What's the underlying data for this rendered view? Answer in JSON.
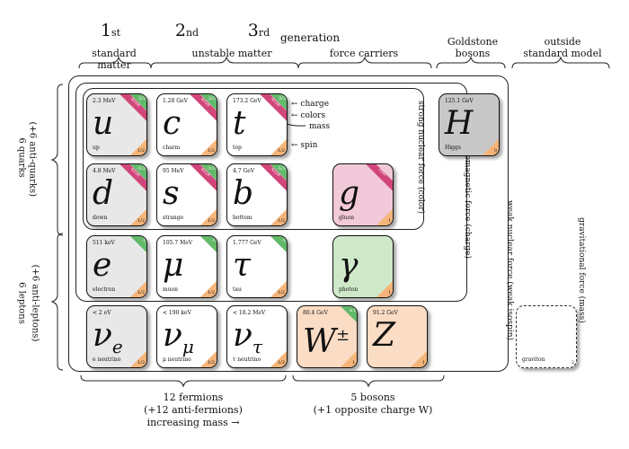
{
  "header": {
    "gen1": "1",
    "gen1_sub": "st",
    "gen2": "2",
    "gen2_sub": "nd",
    "gen3": "3",
    "gen3_sub": "rd",
    "generation": "generation",
    "goldstone": "Goldstone",
    "bosons": "bosons",
    "outside": "outside",
    "standard_model": "standard model",
    "standard_matter": "standard matter",
    "unstable_matter": "unstable matter",
    "force_carriers": "force carriers"
  },
  "left": {
    "quarks_line1": "6 quarks",
    "quarks_line2": "(+6 anti-quarks)",
    "leptons_line1": "6 leptons",
    "leptons_line2": "(+6 anti-leptons)"
  },
  "forces": {
    "strong": "strong nuclear force (color)",
    "em": "electromagnetic force (charge)",
    "weak": "weak nuclear force (weak isospin)",
    "grav": "gravitational force (mass)"
  },
  "legend": {
    "charge": "charge",
    "colors": "colors",
    "mass": "mass",
    "spin": "spin",
    "arrow": "←"
  },
  "bottom": {
    "fermions_1": "12 fermions",
    "fermions_2": "(+12 anti-fermions)",
    "fermions_3": "increasing mass →",
    "bosons_1": "5 bosons",
    "bosons_2": "(+1 opposite charge W)"
  },
  "particles": {
    "u": {
      "mass": "2.3 MeV",
      "sym": "u",
      "name": "up",
      "spin": "1/2",
      "charge": "2/3",
      "color": "R/G/B"
    },
    "c": {
      "mass": "1.28 GeV",
      "sym": "c",
      "name": "charm",
      "spin": "1/2",
      "charge": "2/3",
      "color": "R/G/B"
    },
    "t": {
      "mass": "173.2 GeV",
      "sym": "t",
      "name": "top",
      "spin": "1/2",
      "charge": "2/3",
      "color": "R/G/B"
    },
    "d": {
      "mass": "4.8 MeV",
      "sym": "d",
      "name": "down",
      "spin": "1/2",
      "charge": "-1/3",
      "color": "R/G/B"
    },
    "s": {
      "mass": "95 MeV",
      "sym": "s",
      "name": "strange",
      "spin": "1/2",
      "charge": "-1/3",
      "color": "R/G/B"
    },
    "b": {
      "mass": "4.7 GeV",
      "sym": "b",
      "name": "bottom",
      "spin": "1/2",
      "charge": "-1/3",
      "color": "R/G/B"
    },
    "g": {
      "mass": "",
      "sym": "g",
      "name": "gluon",
      "spin": "1",
      "color": "color"
    },
    "H": {
      "mass": "125.1 GeV",
      "sym": "H",
      "name": "Higgs",
      "spin": "0"
    },
    "e": {
      "mass": "511 keV",
      "sym": "e",
      "name": "electron",
      "spin": "1/2",
      "charge": "-1"
    },
    "mu": {
      "mass": "105.7 MeV",
      "sym": "μ",
      "name": "muon",
      "spin": "1/2",
      "charge": "-1"
    },
    "tau": {
      "mass": "1.777 GeV",
      "sym": "τ",
      "name": "tau",
      "spin": "1/2",
      "charge": "-1"
    },
    "gamma": {
      "mass": "",
      "sym": "γ",
      "name": "photon",
      "spin": "1"
    },
    "ve": {
      "mass": "< 2 eV",
      "sym": "ν",
      "sub": "e",
      "name": "e neutrino",
      "spin": "1/2"
    },
    "vm": {
      "mass": "< 190 keV",
      "sym": "ν",
      "sub": "μ",
      "name": "μ neutrino",
      "spin": "1/2"
    },
    "vt": {
      "mass": "< 18.2 MeV",
      "sym": "ν",
      "sub": "τ",
      "name": "τ neutrino",
      "spin": "1/2"
    },
    "W": {
      "mass": "80.4 GeV",
      "sym": "W",
      "sup": "±",
      "name": "",
      "spin": "1",
      "charge": "±1"
    },
    "Z": {
      "mass": "91.2 GeV",
      "sym": "Z",
      "name": "",
      "spin": "1"
    },
    "graviton": {
      "name": "graviton",
      "spin": "2"
    }
  },
  "colors": {
    "quark_lepton_bg": "#e8e8e8",
    "higgs_bg": "#c8c8c8",
    "gluon_bg": "#f2c9d8",
    "photon_bg": "#cfe8c9",
    "weak_bg": "#fbdcc4",
    "spin_corner": "#f5b57a",
    "charge_corner": "#63b96a",
    "color_band": "#d1467a"
  }
}
